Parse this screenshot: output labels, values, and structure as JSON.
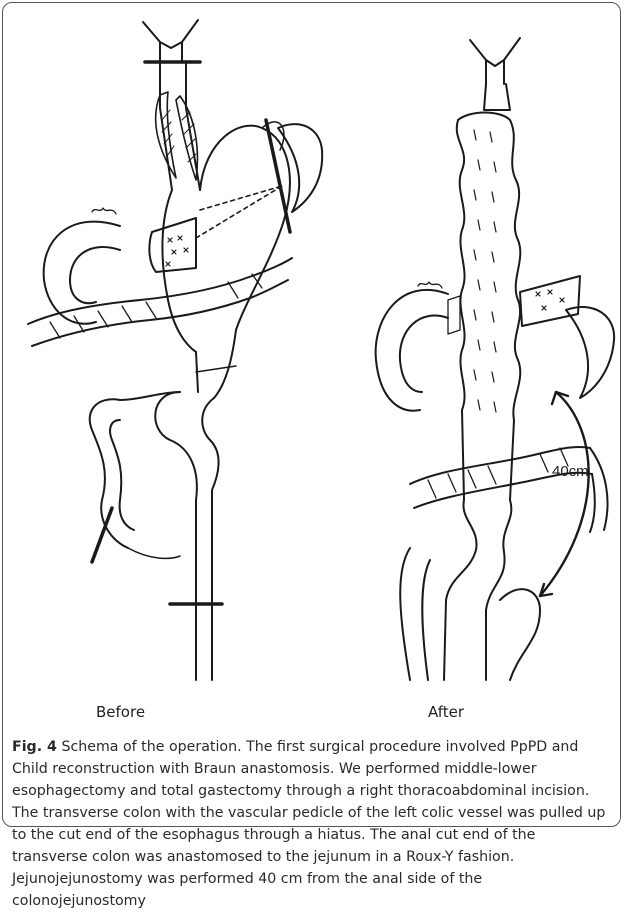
{
  "figure": {
    "panels": {
      "before_label": "Before",
      "after_label": "After",
      "distance_annotation": "40cm"
    },
    "caption": {
      "figure_number": "Fig. 4",
      "text": "Schema of the operation. The first surgical procedure involved PpPD and Child reconstruction with Braun anastomosis. We performed middle-lower esophagectomy and total gastectomy through a right thoracoabdominal incision. The transverse colon with the vascular pedicle of the left colic vessel was pulled up to the cut end of the esophagus through a hiatus. The anal cut end of the transverse colon was anastomosed to the jejunum in a Roux-Y fashion. Jejunojejunostomy was performed 40 cm from the anal side of the colonojejunostomy"
    }
  }
}
